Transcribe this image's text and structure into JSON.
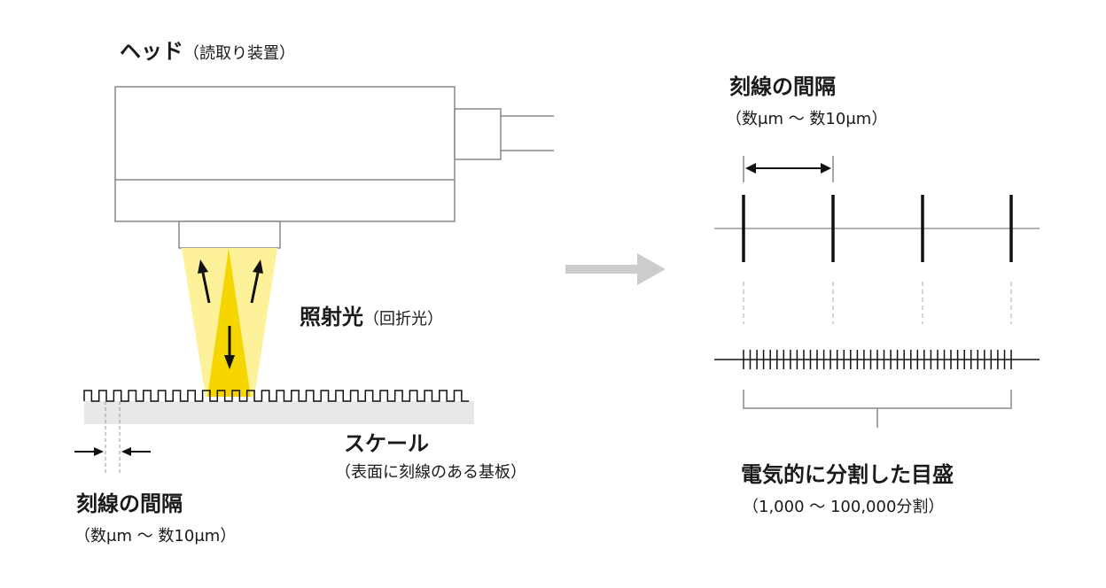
{
  "head": {
    "title": "ヘッド",
    "subtitle": "（読取り装置）"
  },
  "light": {
    "title": "照射光",
    "subtitle": "（回折光）"
  },
  "scale": {
    "title": "スケール",
    "subtitle": "（表面に刻線のある基板）"
  },
  "pitch_left": {
    "title": "刻線の間隔",
    "range": "（数μm 〜 数10μm）"
  },
  "pitch_right": {
    "title": "刻線の間隔",
    "range": "（数μm 〜 数10μm）"
  },
  "divided": {
    "title": "電気的に分割した目盛",
    "range": "（1,000 〜 100,000分割）"
  },
  "colors": {
    "beam_outer": "#fdf29a",
    "beam_inner": "#f5d600",
    "scale_bg": "#e8e8e8",
    "arrow_gray": "#cccccc",
    "line": "#888888"
  }
}
